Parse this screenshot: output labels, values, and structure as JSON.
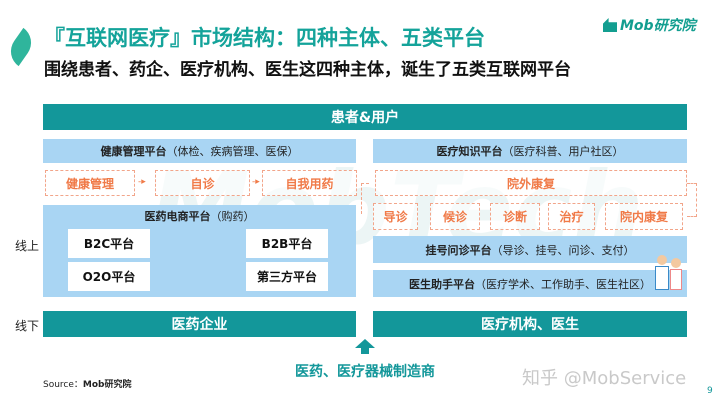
{
  "title": "『互联网医疗』市场结构：四种主体、五类平台",
  "logo": "Mob研究院",
  "subtitle": "围绕患者、药企、医疗机构、医生这四种主体，诞生了五类互联网平台",
  "watermark": "MobTech",
  "top_bar": "患者&用户",
  "health_platform": {
    "name": "健康管理平台",
    "desc": "（体检、疾病管理、医保）"
  },
  "knowledge_platform": {
    "name": "医疗知识平台",
    "desc": "（医疗科普、用户社区）"
  },
  "flow_left": [
    "健康管理",
    "自诊",
    "自我用药"
  ],
  "flow_outside": "院外康复",
  "flow_right": [
    "导诊",
    "候诊",
    "诊断",
    "治疗",
    "院内康复"
  ],
  "ecommerce": {
    "name": "医药电商平台",
    "desc": "（购药）",
    "items": [
      "B2C平台",
      "B2B平台",
      "O2O平台",
      "第三方平台"
    ]
  },
  "registration_platform": {
    "name": "挂号问诊平台",
    "desc": "（导诊、挂号、问诊、支付）"
  },
  "doctor_platform": {
    "name": "医生助手平台",
    "desc": "（医疗学术、工作助手、医生社区）"
  },
  "online_label": "线上",
  "offline_label": "线下",
  "bottom_left": "医药企业",
  "bottom_right": "医疗机构、医生",
  "manufacturer": "医药、医疗器械制造商",
  "source_label": "Source：",
  "source_value": "Mob研究院",
  "zhihu": "知乎 @MobService",
  "page_number": "9"
}
